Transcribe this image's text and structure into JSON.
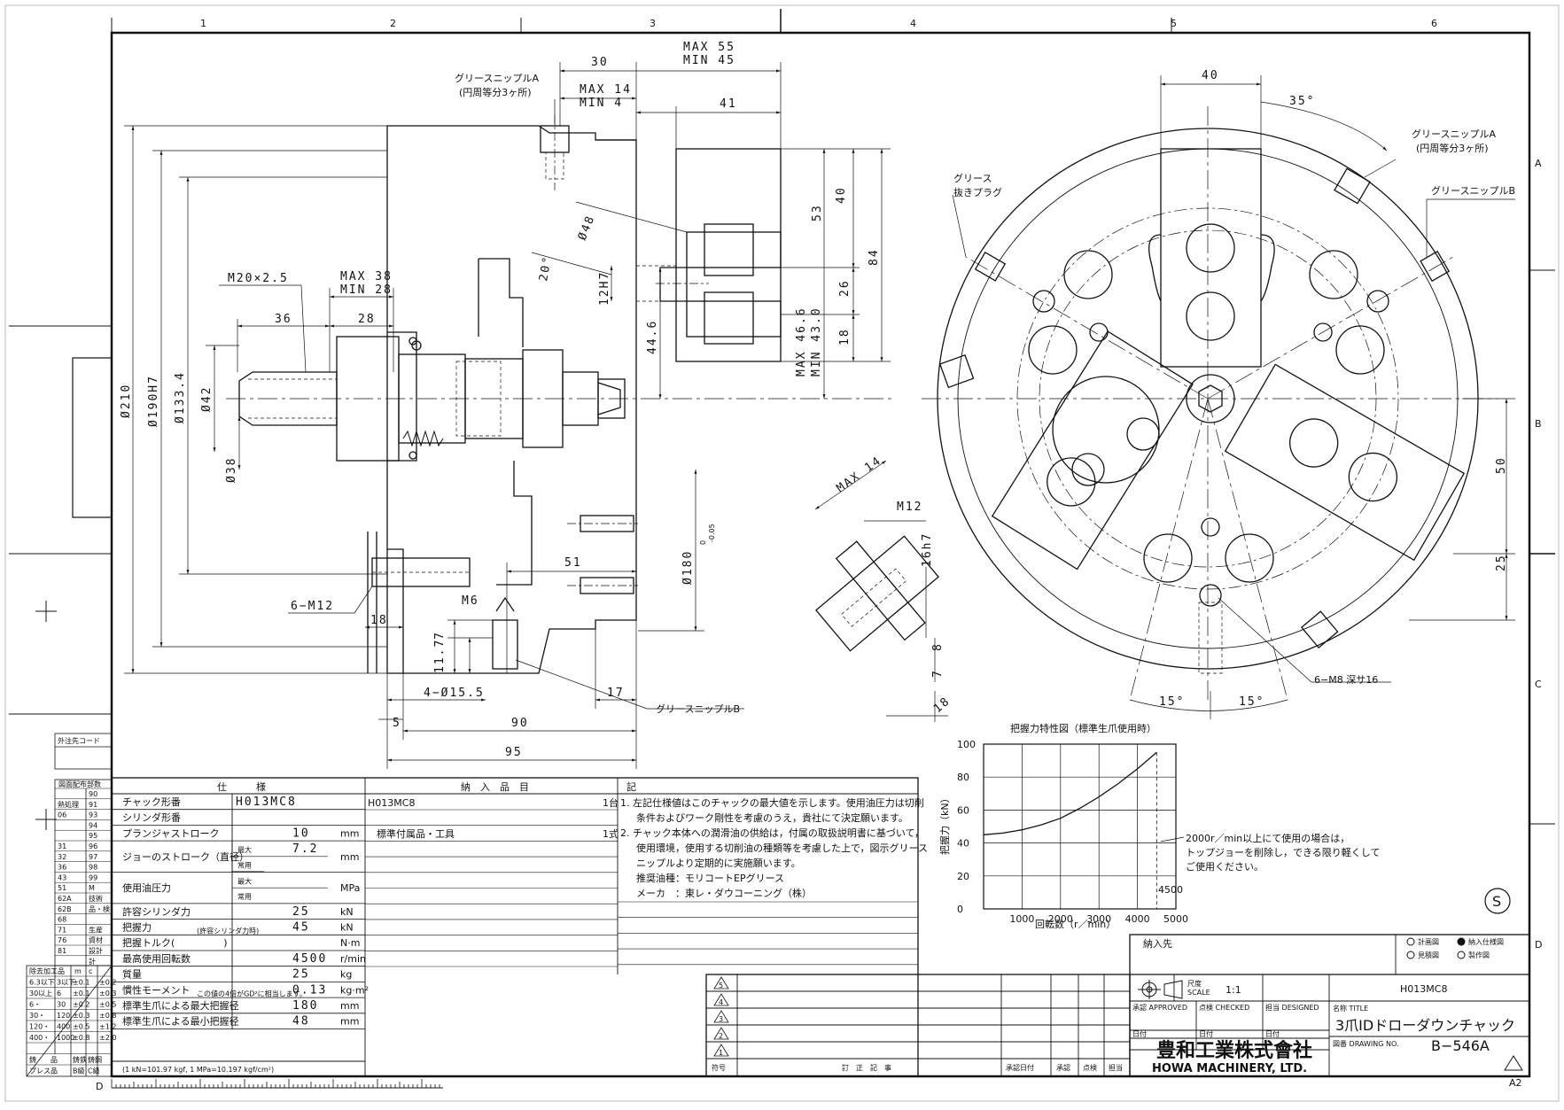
{
  "zones": {
    "columns": [
      "1",
      "2",
      "3",
      "4",
      "5",
      "6"
    ],
    "rows": [
      "A",
      "B",
      "C",
      "D"
    ],
    "bottom_left": "D",
    "sheet_size": "A2"
  },
  "side_view": {
    "grease_nipple_a": "グリースニップルA",
    "grease_nipple_a_note": "(円周等分3ヶ所)",
    "max55": "MAX 55",
    "min45": "MIN 45",
    "d30": "30",
    "max14": "MAX 14",
    "min4": "MIN 4",
    "d41": "41",
    "d40": "40",
    "d53": "53",
    "d84": "84",
    "d26": "26",
    "d18": "18",
    "max466": "MAX 46.6",
    "min430": "MIN 43.0",
    "phi48": "Ø48",
    "ang20": "20°",
    "h12h7": "12H7",
    "d446": "44.6",
    "thread": "M20×2.5",
    "max38": "MAX 38",
    "min28": "MIN 28",
    "d36": "36",
    "d28": "28",
    "phi210": "Ø210",
    "phi190": "Ø190H7",
    "phi1334": "Ø133.4",
    "phi42": "Ø42",
    "phi38": "Ø38",
    "phi180": "Ø180",
    "tol180": "0",
    "tol180b": "-0.05",
    "d51": "51",
    "m12six": "6−M12",
    "d18b": "18",
    "m6": "M6",
    "d7": "7",
    "d117": "11.7",
    "holes": "4−Ø15.5",
    "d17": "17",
    "d5": "5",
    "d90": "90",
    "d95": "95",
    "grease_nipple_b": "グリースニップルB"
  },
  "front_view": {
    "d40": "40",
    "ang35": "35°",
    "grease_nipple_a": "グリースニップルA",
    "grease_nipple_a_note": "(円周等分3ヶ所)",
    "grease_plug": "グリース",
    "grease_plug2": "抜きプラグ",
    "grease_nipple_b": "グリースニップルB",
    "d50": "50",
    "d25": "25",
    "m8": "6−M8 深サ16",
    "ang15a": "15°",
    "ang15b": "15°"
  },
  "jaw_detail": {
    "max14": "MAX 14",
    "m12": "M12",
    "h16": "16h7",
    "d8": "8",
    "d7": "7",
    "d18": "18"
  },
  "graph": {
    "title": "把握力特性図（標準生爪使用時）",
    "ylabel": "把握力（kN）",
    "xlabel": "回転数（r／min）",
    "yticks": [
      "0",
      "20",
      "40",
      "60",
      "80",
      "100"
    ],
    "xticks": [
      "1000",
      "2000",
      "3000",
      "4000",
      "5000"
    ],
    "limit_label": "4500",
    "note1": "2000r／min以上にて使用の場合は，",
    "note2": "トップジョーを削除し，できる限り軽くして",
    "note3": "ご使用ください。",
    "symbol": "S"
  },
  "chart_data": {
    "type": "line",
    "title": "把握力特性図（標準生爪使用時）",
    "xlabel": "回転数（r／min）",
    "ylabel": "把握力（kN）",
    "xlim": [
      0,
      5000
    ],
    "ylim": [
      0,
      100
    ],
    "grid": true,
    "series": [
      {
        "x": [
          0,
          500,
          1000,
          1500,
          2000,
          2500,
          3000,
          3500,
          4000,
          4500
        ],
        "y": [
          45,
          46,
          48,
          51,
          55,
          61,
          68,
          76,
          85,
          95
        ]
      }
    ],
    "limit_line_x": 4500
  },
  "spec": {
    "header": "仕　　　様",
    "rows": [
      {
        "label": "チャック形番",
        "value": "H013MC8",
        "unit": ""
      },
      {
        "label": "シリンダ形番",
        "value": "",
        "unit": ""
      },
      {
        "label": "プランジャストローク",
        "value": "10",
        "unit": "mm"
      },
      {
        "label": "ジョーのストローク（直径）",
        "sub": [
          "最大",
          "常用"
        ],
        "value": "7.2",
        "unit": "mm"
      },
      {
        "label": "使用油圧力",
        "sub": [
          "最大",
          "常用"
        ],
        "value": "",
        "unit": "MPa"
      },
      {
        "label": "許容シリンダ力",
        "value": "25",
        "unit": "kN"
      },
      {
        "label": "把握力",
        "label_small": "(許容シリンダ力時)",
        "value": "45",
        "unit": "kN"
      },
      {
        "label": "把握トルク(　　　　　)",
        "value": "",
        "unit": "N·m"
      },
      {
        "label": "最高使用回転数",
        "value": "4500",
        "unit": "r/min"
      },
      {
        "label": "質量",
        "value": "25",
        "unit": "kg"
      },
      {
        "label": "慣性モーメント",
        "label_small": "この値の4倍がGD²に相当します。",
        "value": "0.13",
        "unit": "kg·m²"
      },
      {
        "label": "標準生爪による最大把握径",
        "value": "180",
        "unit": "mm"
      },
      {
        "label": "標準生爪による最小把握径",
        "value": "48",
        "unit": "mm"
      }
    ],
    "footer": "(1 kN=101.97 kgf, 1 MPa=10.197 kgf/cm²)"
  },
  "delivery": {
    "header": "納　入　品　目",
    "rows": [
      {
        "item": "H013MC8",
        "qty": "1台"
      },
      {
        "item": "標準付属品・工具",
        "qty": "1式"
      }
    ]
  },
  "notes": {
    "header": "記",
    "lines": [
      "1. 左記仕様値はこのチャックの最大値を示します。使用油圧力は切削",
      "条件およびワーク剛性を考慮のうえ，貴社にて決定願います。",
      "2. チャック本体への潤滑油の供給は，付属の取扱説明書に基づいて，",
      "使用環境，使用する切削油の種類等を考慮した上で，図示グリース",
      "ニップルより定期的に実施願います。",
      "推奨油種：モリコートEPグリース",
      "メーカ　：東レ・ダウコーニング（株）"
    ]
  },
  "revision": {
    "marks": [
      "5",
      "4",
      "3",
      "2",
      "1"
    ],
    "headers": [
      "符号",
      "訂　正　記　事",
      "承認日付",
      "承認",
      "点検",
      "担当"
    ]
  },
  "left_table": {
    "header": "外注先コード",
    "dist": "図面配布部数",
    "rows": [
      [
        "",
        "90"
      ],
      [
        "熱処理",
        "91"
      ],
      [
        "06",
        "93"
      ],
      [
        "",
        "94"
      ],
      [
        "",
        "95"
      ],
      [
        "31",
        "96"
      ],
      [
        "32",
        "97"
      ],
      [
        "36",
        "98"
      ],
      [
        "43",
        "99"
      ],
      [
        "51",
        "M"
      ],
      [
        "62A",
        "技術"
      ],
      [
        "62B",
        "品・検"
      ],
      [
        "68",
        ""
      ],
      [
        "71",
        "生産"
      ],
      [
        "76",
        "資材"
      ],
      [
        "81",
        "設計"
      ],
      [
        "",
        "計"
      ]
    ],
    "proc_header": [
      "除去加工品",
      "m",
      "c"
    ],
    "proc_rows": [
      [
        "6.3以下",
        "3以下",
        "±0.1",
        "±0.2"
      ],
      [
        "30以上",
        "6",
        "±0.1",
        "±0.3"
      ],
      [
        "6・",
        "30",
        "±0.2",
        "±0.5"
      ],
      [
        "30・",
        "120",
        "±0.3",
        "±0.8"
      ],
      [
        "120・",
        "400",
        "±0.5",
        "±1.2"
      ],
      [
        "400・",
        "1000",
        "±0.8",
        "±2.0"
      ],
      [
        "",
        "",
        "",
        ""
      ],
      [
        "鋳　　品",
        "鋳鉄",
        "鋳鋼"
      ],
      [
        "プレス品",
        "B級",
        "C級"
      ]
    ]
  },
  "title_block": {
    "customer_label": "納入先",
    "checks": [
      "計画図",
      "納入仕様図",
      "見積図",
      "製作図"
    ],
    "scale_label": "尺度",
    "scale_en": "SCALE",
    "scale": "1:1",
    "part_no": "H013MC8",
    "approved": "承認 APPROVED",
    "checked": "点検 CHECKED",
    "designed": "担当 DESIGNED",
    "date": "日付",
    "name_label": "名称 TITLE",
    "title": "3爪IDドローダウンチャック",
    "company_jp": "豊和工業株式會社",
    "company_en": "HOWA MACHINERY, LTD.",
    "drawing_label": "図番 DRAWING NO.",
    "drawing_no": "B−546A"
  }
}
